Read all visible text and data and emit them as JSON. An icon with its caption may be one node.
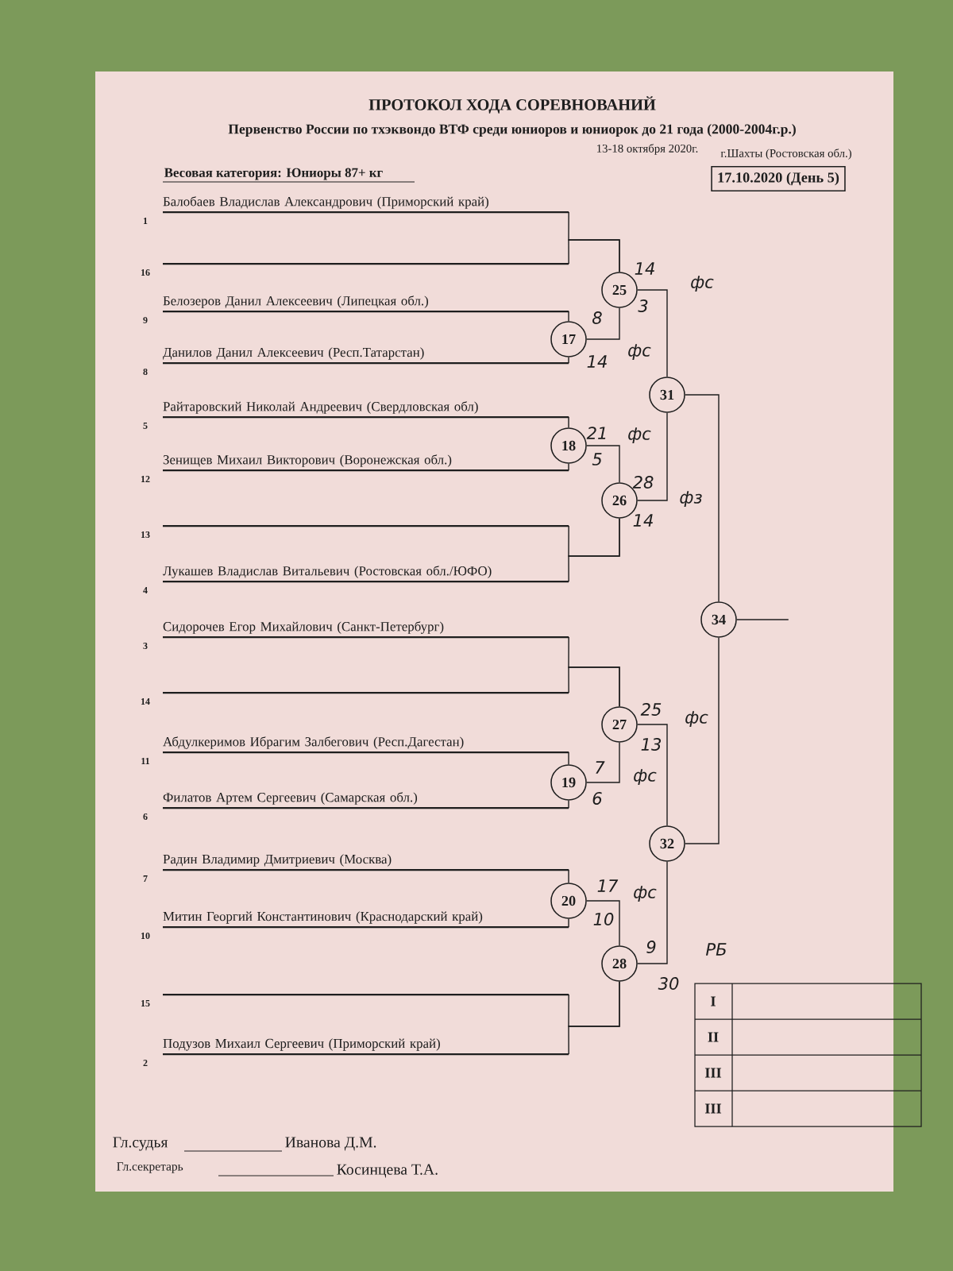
{
  "diagram": {
    "title": "ПРОТОКОЛ ХОДА СОРЕВНОВАНИЙ",
    "nodes": [
      {
        "text": [
          "17.10.2020 (День 5)"
        ]
      },
      {
        "text": [
          "Балобаев Владислав Александрович (Приморский край)"
        ],
        "beside": [
          "1"
        ]
      },
      {
        "text": [],
        "shape": "bar",
        "beside": [
          "16"
        ]
      },
      {
        "text": [
          "Белозеров Данил Алексеевич (Липецкая обл.)"
        ],
        "beside": [
          "9"
        ]
      },
      {
        "text": [
          "Данилов Данил Алексеевич (Респ.Татарстан)"
        ],
        "beside": [
          "8"
        ]
      },
      {
        "text": [
          "Райтаровский Николай Андреевич (Свердловская обл)"
        ],
        "beside": [
          "5"
        ]
      },
      {
        "text": [
          "Зенищев Михаил Викторович (Воронежская обл.)"
        ],
        "beside": [
          "12"
        ]
      },
      {
        "text": [],
        "shape": "bar",
        "beside": [
          "13"
        ]
      },
      {
        "text": [
          "Лукашев Владислав Витальевич (Ростовская обл./ЮФО)"
        ],
        "beside": [
          "4"
        ]
      },
      {
        "text": [
          "Сидорочев Егор Михайлович (Санкт-Петербург)"
        ],
        "beside": [
          "3"
        ]
      },
      {
        "text": [],
        "shape": "bar",
        "beside": [
          "14"
        ]
      },
      {
        "text": [
          "Абдулкеримов Ибрагим Залбегович (Респ.Дагестан)"
        ],
        "beside": [
          "11"
        ]
      },
      {
        "text": [
          "Филатов Артем Сергеевич (Самарская обл.)"
        ],
        "beside": [
          "6"
        ]
      },
      {
        "text": [
          "Радин Владимир Дмитриевич (Москва)"
        ],
        "beside": [
          "7"
        ]
      },
      {
        "text": [
          "Митин Георгий Константинович (Краснодарский край)"
        ],
        "beside": [
          "10"
        ]
      },
      {
        "text": [],
        "shape": "bar",
        "beside": [
          "15"
        ]
      },
      {
        "text": [
          "Подузов Михаил Сергеевич (Приморский край)"
        ],
        "beside": [
          "2"
        ]
      },
      {
        "text": [
          "25"
        ]
      },
      {
        "text": [
          "17"
        ]
      },
      {
        "text": [
          "31"
        ]
      },
      {
        "text": [
          "18"
        ]
      },
      {
        "text": [
          "26"
        ]
      },
      {
        "text": [
          "34"
        ]
      },
      {
        "text": [
          "27"
        ]
      },
      {
        "text": [
          "19"
        ]
      },
      {
        "text": [
          "32"
        ]
      },
      {
        "text": [
          "20"
        ]
      },
      {
        "text": [
          "28"
        ]
      }
    ],
    "edges": [
      {
        "from": 1,
        "to": 17,
        "arrow": "none"
      },
      {
        "from": 2,
        "to": 17,
        "arrow": "none"
      },
      {
        "from": 3,
        "to": 18,
        "arrow": "none"
      },
      {
        "from": 4,
        "to": 18,
        "arrow": "none"
      },
      {
        "from": 18,
        "to": 17,
        "arrow": "none"
      },
      {
        "from": 5,
        "to": 20,
        "arrow": "none"
      },
      {
        "from": 6,
        "to": 20,
        "arrow": "none"
      },
      {
        "from": 7,
        "to": 21,
        "arrow": "none"
      },
      {
        "from": 8,
        "to": 21,
        "arrow": "none"
      },
      {
        "from": 20,
        "to": 21,
        "arrow": "none"
      },
      {
        "from": 17,
        "to": 19,
        "arrow": "none"
      },
      {
        "from": 21,
        "to": 19,
        "arrow": "none"
      },
      {
        "from": 9,
        "to": 23,
        "arrow": "none"
      },
      {
        "from": 10,
        "to": 23,
        "arrow": "none"
      },
      {
        "from": 11,
        "to": 24,
        "arrow": "none"
      },
      {
        "from": 12,
        "to": 24,
        "arrow": "none"
      },
      {
        "from": 24,
        "to": 23,
        "arrow": "none"
      },
      {
        "from": 13,
        "to": 26,
        "arrow": "none"
      },
      {
        "from": 14,
        "to": 26,
        "arrow": "none"
      },
      {
        "from": 15,
        "to": 27,
        "arrow": "none"
      },
      {
        "from": 16,
        "to": 27,
        "arrow": "none"
      },
      {
        "from": 26,
        "to": 27,
        "arrow": "none"
      },
      {
        "from": 23,
        "to": 25,
        "arrow": "none"
      },
      {
        "from": 27,
        "to": 25,
        "arrow": "none"
      },
      {
        "from": 19,
        "to": 22,
        "arrow": "none"
      },
      {
        "from": 25,
        "to": 22,
        "arrow": "none"
      },
      {
        "from": 22,
        "to": null,
        "arrow": "none"
      }
    ],
    "labels": [
      "Первенство России по тхэквондо ВТФ среди юниоров и юниорок до 21 года (2000-2004г.р.)",
      "13-18 октября 2020г.",
      "г.Шахты (Ростовская обл.)",
      "Весовая категория: Юниоры 87+ кг",
      "14",
      "3",
      "фс",
      "8",
      "фс",
      "14",
      "21",
      "фс",
      "5",
      "28",
      "фз",
      "14",
      "25",
      "фс",
      "13",
      "7",
      "фс",
      "6",
      "17",
      "фс",
      "10",
      "9",
      "РБ",
      "30",
      "I",
      "II",
      "III",
      "III",
      "Гл.судья",
      "Иванова Д.М.",
      "Гл.секретарь",
      "Косинцева Т.А."
    ]
  }
}
